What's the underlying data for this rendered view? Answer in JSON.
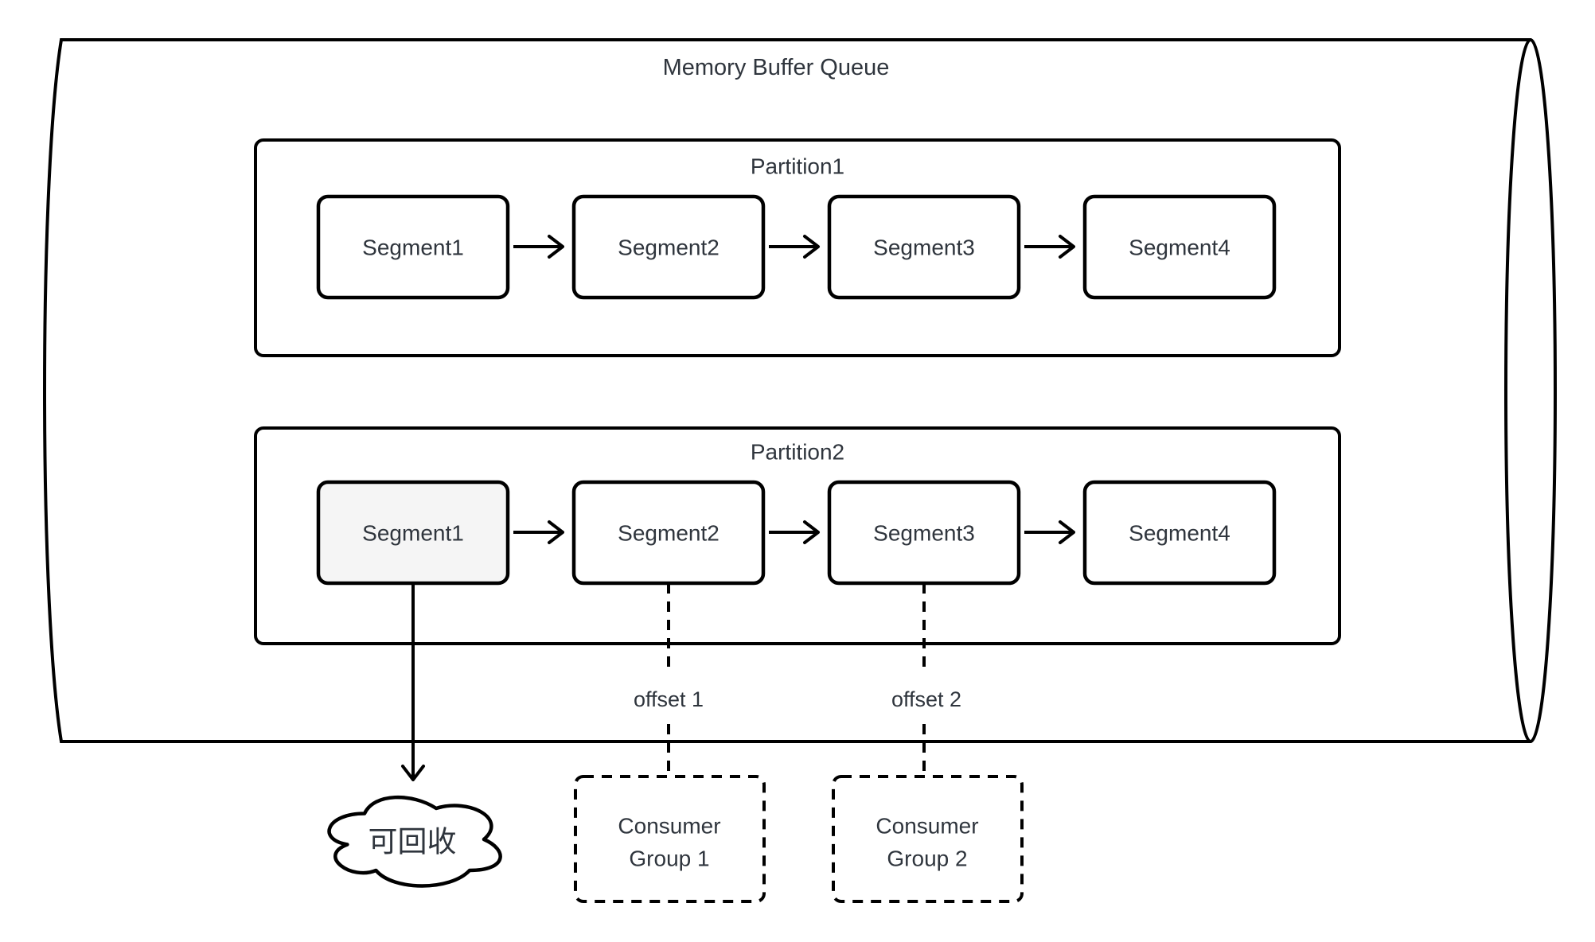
{
  "diagram": {
    "title": "Memory Buffer Queue",
    "partitions": [
      {
        "label": "Partition1",
        "segments": [
          "Segment1",
          "Segment2",
          "Segment3",
          "Segment4"
        ]
      },
      {
        "label": "Partition2",
        "segments": [
          "Segment1",
          "Segment2",
          "Segment3",
          "Segment4"
        ]
      }
    ],
    "offsets": [
      {
        "label": "offset 1"
      },
      {
        "label": "offset 2"
      }
    ],
    "consumer_groups": [
      {
        "line1": "Consumer",
        "line2": "Group 1"
      },
      {
        "line1": "Consumer",
        "line2": "Group 2"
      }
    ],
    "cloud_label": "可回收",
    "colors": {
      "stroke": "#000000",
      "text": "#2f353d",
      "highlight_fill": "#f5f5f5",
      "box_fill": "#ffffff"
    }
  }
}
